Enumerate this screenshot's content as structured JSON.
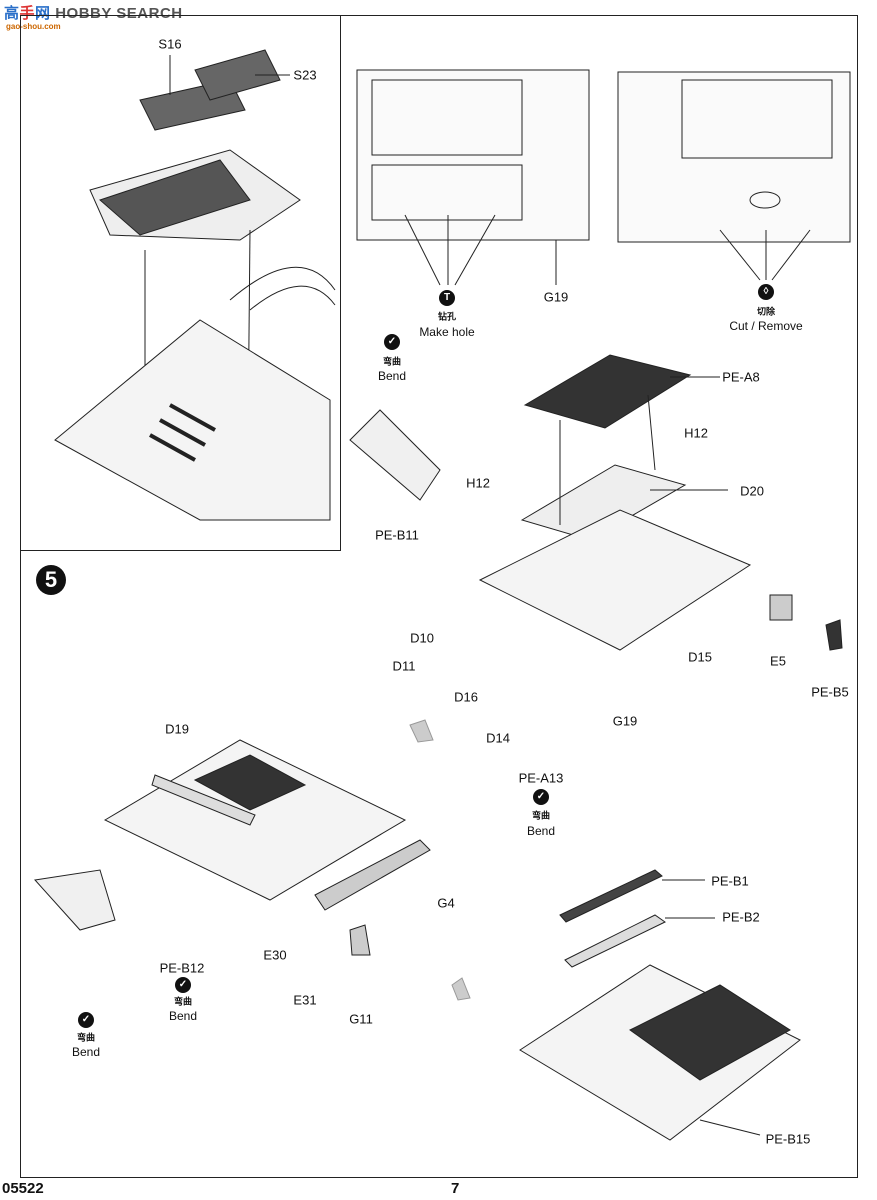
{
  "watermark": {
    "logo_text": "高手网",
    "brand": "HOBBY SEARCH",
    "url": "gao-shou.com"
  },
  "step_number": "5",
  "legend": {
    "make_hole": {
      "icon": "drill-icon",
      "cn": "钻孔",
      "en": "Make hole"
    },
    "cut_remove": {
      "icon": "cut-icon",
      "cn": "切除",
      "en": "Cut / Remove"
    },
    "bend": {
      "icon": "bend-icon",
      "cn": "弯曲",
      "en": "Bend"
    }
  },
  "parts": {
    "s16": "S16",
    "s23": "S23",
    "g19_top": "G19",
    "pe_a8": "PE-A8",
    "h12_a": "H12",
    "h12_b": "H12",
    "d20": "D20",
    "pe_b11": "PE-B11",
    "d10": "D10",
    "d11": "D11",
    "d15": "D15",
    "e5": "E5",
    "pe_b5": "PE-B5",
    "d16": "D16",
    "g19": "G19",
    "d14": "D14",
    "pe_a13": "PE-A13",
    "d19": "D19",
    "g4": "G4",
    "pe_b1": "PE-B1",
    "pe_b2": "PE-B2",
    "e30": "E30",
    "pe_b12": "PE-B12",
    "e31": "E31",
    "g11": "G11",
    "pe_b15": "PE-B15"
  },
  "footer": {
    "code": "05522",
    "page": "7"
  }
}
